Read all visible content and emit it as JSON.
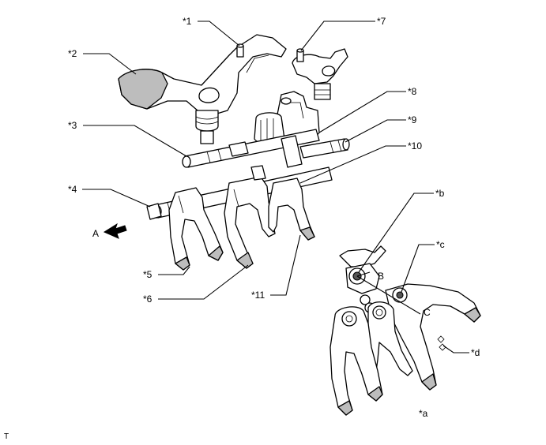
{
  "labels": {
    "p1": "*1",
    "p2": "*2",
    "p3": "*3",
    "p4": "*4",
    "p5": "*5",
    "p6": "*6",
    "p7": "*7",
    "p8": "*8",
    "p9": "*9",
    "p10": "*10",
    "p11": "*11",
    "pa": "*a",
    "pb": "*b",
    "pc": "*c",
    "pd": "*d",
    "viewA": "A",
    "pointB": "B",
    "pointC": "C",
    "corner": "T"
  }
}
